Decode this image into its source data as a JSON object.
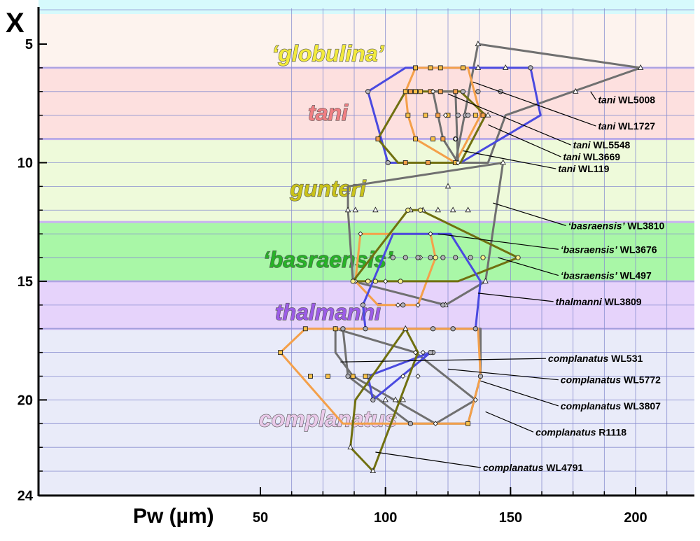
{
  "chart_data": {
    "type": "scatter",
    "x_axis": {
      "label": "Pw (µm)",
      "range": [
        50,
        223
      ],
      "ticks": [
        50,
        100,
        150,
        200
      ],
      "grid_step": 12.5
    },
    "y_axis": {
      "label": "X",
      "range": [
        1.5,
        24
      ],
      "reversed": true,
      "ticks": [
        5,
        10,
        15,
        20,
        24
      ],
      "grid_step": 1
    },
    "grid": true,
    "zones": [
      {
        "name": "‘globulina’",
        "y_from": 1.5,
        "y_to": 6,
        "color": "#fdf3ee",
        "label_color": "#f2ea3c",
        "label_x": 77,
        "label_y": 5.6
      },
      {
        "name": "tani",
        "y_from": 6,
        "y_to": 9,
        "color": "#fde0df",
        "label_color": "#f07f83",
        "label_x": 77,
        "label_y": 8.1
      },
      {
        "name": "gunteri",
        "y_from": 9,
        "y_to": 12.5,
        "color": "#eefada",
        "label_color": "#c9c21a",
        "label_x": 77,
        "label_y": 11.3
      },
      {
        "name": "‘basraensis’",
        "y_from": 12.5,
        "y_to": 15,
        "color": "#a9f7a7",
        "label_color": "#27b227",
        "label_x": 77,
        "label_y": 14.3
      },
      {
        "name": "thalmanni",
        "y_from": 15,
        "y_to": 17,
        "color": "#e6d3fb",
        "label_color": "#9c5ce6",
        "label_x": 77,
        "label_y": 16.5
      },
      {
        "name": "complanatus",
        "y_from": 17,
        "y_to": 24,
        "color": "#e9ebf9",
        "label_color": "#e9c9e9",
        "label_x": 77,
        "label_y": 21.0
      }
    ],
    "series": [
      {
        "name": "tani WL5008",
        "color": "#707070",
        "marker": "triangle",
        "hull": [
          [
            137,
            5
          ],
          [
            202,
            6
          ],
          [
            148,
            8
          ],
          [
            141,
            10
          ],
          [
            128,
            10
          ]
        ],
        "points": [
          [
            137,
            5
          ],
          [
            202,
            6
          ],
          [
            176,
            7
          ],
          [
            148,
            6
          ],
          [
            141,
            8
          ],
          [
            137,
            6
          ],
          [
            128,
            10
          ]
        ]
      },
      {
        "name": "tani WL1727",
        "color": "#4a4ae0",
        "marker": "circle",
        "hull": [
          [
            93,
            7
          ],
          [
            108,
            6
          ],
          [
            158,
            6
          ],
          [
            162,
            8
          ],
          [
            130,
            10
          ],
          [
            101,
            10
          ]
        ],
        "points": [
          [
            93,
            7
          ],
          [
            158,
            6
          ],
          [
            131,
            7
          ],
          [
            137,
            7
          ],
          [
            146,
            7
          ],
          [
            129,
            8
          ],
          [
            132,
            8
          ],
          [
            133,
            8
          ],
          [
            128,
            9
          ],
          [
            101,
            10
          ],
          [
            128,
            10
          ]
        ]
      },
      {
        "name": "tani WL5548",
        "color": "#f4a04a",
        "marker": "square",
        "hull": [
          [
            112,
            6
          ],
          [
            133,
            6
          ],
          [
            138,
            8
          ],
          [
            128,
            10
          ],
          [
            112,
            9
          ],
          [
            109,
            8
          ],
          [
            108,
            7
          ]
        ],
        "points": [
          [
            112,
            6
          ],
          [
            118,
            6
          ],
          [
            122,
            6
          ],
          [
            131,
            6
          ],
          [
            108,
            7
          ],
          [
            112,
            7
          ],
          [
            114,
            7
          ],
          [
            109,
            8
          ],
          [
            116,
            8
          ],
          [
            125,
            8
          ],
          [
            136,
            8
          ],
          [
            119,
            9
          ],
          [
            112,
            9
          ],
          [
            128,
            10
          ]
        ]
      },
      {
        "name": "tani WL3669",
        "color": "#707010",
        "marker": "square",
        "hull": [
          [
            108,
            7
          ],
          [
            130,
            7
          ],
          [
            140,
            8
          ],
          [
            130,
            10
          ],
          [
            105,
            10
          ],
          [
            97,
            9
          ]
        ],
        "points": [
          [
            110,
            7
          ],
          [
            118,
            7
          ],
          [
            122,
            7
          ],
          [
            128,
            7
          ],
          [
            139,
            8
          ],
          [
            121,
            8
          ],
          [
            108,
            10
          ],
          [
            117,
            10
          ],
          [
            97,
            9
          ],
          [
            123,
            9
          ]
        ]
      },
      {
        "name": "tani WL119",
        "color": "#707070",
        "marker": "diamond",
        "hull": [
          [
            119,
            7
          ],
          [
            128,
            7
          ],
          [
            129,
            10
          ],
          [
            123,
            9
          ]
        ],
        "points": [
          [
            119,
            7
          ],
          [
            124,
            8
          ],
          [
            128,
            9
          ],
          [
            129,
            10
          ]
        ]
      },
      {
        "name": "‘basraensis’ WL3810",
        "color": "#707070",
        "marker": "triangle",
        "hull": [
          [
            85,
            11
          ],
          [
            147,
            10
          ],
          [
            140,
            15
          ],
          [
            124,
            16
          ],
          [
            87,
            15
          ],
          [
            85,
            12
          ]
        ],
        "points": [
          [
            147,
            10
          ],
          [
            125,
            11
          ],
          [
            110,
            12
          ],
          [
            115,
            12
          ],
          [
            121,
            12
          ],
          [
            127,
            12
          ],
          [
            133,
            12
          ],
          [
            85,
            12
          ],
          [
            88,
            12
          ],
          [
            96,
            12
          ],
          [
            140,
            15
          ],
          [
            124,
            16
          ]
        ]
      },
      {
        "name": "‘basraensis’ WL3676",
        "color": "#f4a04a",
        "marker": "diamond",
        "hull": [
          [
            90,
            13
          ],
          [
            118,
            13
          ],
          [
            120,
            14
          ],
          [
            113,
            16
          ],
          [
            97,
            16
          ],
          [
            88,
            15
          ]
        ],
        "points": [
          [
            90,
            13
          ],
          [
            118,
            13
          ],
          [
            114,
            14
          ],
          [
            120,
            14
          ],
          [
            100,
            15
          ],
          [
            105,
            16
          ],
          [
            113,
            16
          ],
          [
            88,
            15
          ]
        ]
      },
      {
        "name": "‘basraensis’ WL497",
        "color": "#707010",
        "marker": "circle",
        "hull": [
          [
            109,
            12
          ],
          [
            114,
            12
          ],
          [
            153,
            14
          ],
          [
            129,
            15
          ],
          [
            93,
            15
          ],
          [
            87,
            15
          ]
        ],
        "points": [
          [
            109,
            12
          ],
          [
            114,
            12
          ],
          [
            153,
            14
          ],
          [
            120,
            14
          ],
          [
            139,
            14
          ],
          [
            96,
            15
          ],
          [
            93,
            15
          ],
          [
            87,
            15
          ],
          [
            113,
            14
          ],
          [
            106,
            15
          ]
        ]
      },
      {
        "name": "thalmanni WL3809",
        "color": "#4a4ae0",
        "marker": "circle",
        "hull": [
          [
            91,
            16
          ],
          [
            103,
            13
          ],
          [
            126,
            13
          ],
          [
            138,
            15
          ],
          [
            136,
            17
          ],
          [
            92,
            17
          ]
        ],
        "points": [
          [
            91,
            16
          ],
          [
            103,
            14
          ],
          [
            108,
            14
          ],
          [
            113,
            14
          ],
          [
            118,
            14
          ],
          [
            123,
            14
          ],
          [
            128,
            14
          ],
          [
            134,
            14
          ],
          [
            92,
            17
          ],
          [
            119,
            17
          ],
          [
            127,
            17
          ],
          [
            136,
            17
          ],
          [
            107,
            16
          ],
          [
            123,
            16
          ]
        ]
      },
      {
        "name": "complanatus WL531",
        "color": "#707070",
        "marker": "diamond",
        "hull": [
          [
            80,
            17
          ],
          [
            112,
            18
          ],
          [
            136,
            20
          ],
          [
            120,
            21
          ],
          [
            87,
            19
          ],
          [
            80,
            18
          ]
        ],
        "points": [
          [
            80,
            17
          ],
          [
            112,
            18
          ],
          [
            119,
            18
          ],
          [
            115,
            18
          ],
          [
            107,
            19
          ],
          [
            113,
            19
          ],
          [
            87,
            19
          ],
          [
            136,
            20
          ],
          [
            120,
            21
          ]
        ]
      },
      {
        "name": "complanatus WL5772",
        "color": "#707070",
        "marker": "circle",
        "hull": [
          [
            83,
            17
          ],
          [
            138,
            17
          ],
          [
            138,
            19
          ],
          [
            133,
            21
          ],
          [
            110,
            21
          ],
          [
            85,
            19
          ]
        ],
        "points": [
          [
            83,
            17
          ],
          [
            138,
            19
          ],
          [
            85,
            19
          ],
          [
            119,
            18
          ],
          [
            110,
            21
          ]
        ]
      },
      {
        "name": "complanatus WL3807",
        "color": "#4a4ae0",
        "marker": "circle",
        "hull": [
          [
            93,
            19
          ],
          [
            118,
            18
          ],
          [
            95,
            20
          ]
        ],
        "points": [
          [
            93,
            19
          ],
          [
            118,
            18
          ],
          [
            95,
            20
          ]
        ]
      },
      {
        "name": "complanatus R1118",
        "color": "#f4a04a",
        "marker": "square",
        "hull": [
          [
            58,
            18
          ],
          [
            68,
            17
          ],
          [
            137,
            17
          ],
          [
            138,
            19
          ],
          [
            133,
            21
          ],
          [
            83,
            21
          ]
        ],
        "points": [
          [
            58,
            18
          ],
          [
            68,
            17
          ],
          [
            70,
            19
          ],
          [
            80,
            17
          ],
          [
            77,
            19
          ],
          [
            87,
            19
          ],
          [
            92,
            19
          ],
          [
            133,
            21
          ]
        ]
      },
      {
        "name": "complanatus WL4791",
        "color": "#707010",
        "marker": "triangle",
        "hull": [
          [
            88,
            20
          ],
          [
            108,
            17
          ],
          [
            113,
            18
          ],
          [
            95,
            23
          ],
          [
            86,
            22
          ]
        ],
        "points": [
          [
            95,
            23
          ],
          [
            86,
            22
          ],
          [
            108,
            17
          ],
          [
            100,
            20
          ],
          [
            104,
            20
          ],
          [
            107,
            20
          ]
        ]
      }
    ],
    "annotations": [
      {
        "species": "tani",
        "code": "WL5008",
        "label_x": 185,
        "label_y": 7.5,
        "target_x": 182,
        "target_y": 7.0
      },
      {
        "species": "tani",
        "code": "WL1727",
        "label_x": 185,
        "label_y": 8.6,
        "target_x": 135,
        "target_y": 6.6
      },
      {
        "species": "tani",
        "code": "WL5548",
        "label_x": 175,
        "label_y": 9.4,
        "target_x": 125,
        "target_y": 7.1
      },
      {
        "species": "tani",
        "code": "WL3669",
        "label_x": 171,
        "label_y": 9.9,
        "target_x": 141,
        "target_y": 8.4
      },
      {
        "species": "tani",
        "code": "WL119",
        "label_x": 169,
        "label_y": 10.4,
        "target_x": 131,
        "target_y": 9.5
      },
      {
        "species": "‘basraensis’",
        "code": "WL3810",
        "label_x": 173,
        "label_y": 12.8,
        "target_x": 143,
        "target_y": 11.7
      },
      {
        "species": "‘basraensis’",
        "code": "WL3676",
        "label_x": 170,
        "label_y": 13.8,
        "target_x": 121,
        "target_y": 13.0
      },
      {
        "species": "‘basraensis’",
        "code": "WL497",
        "label_x": 170,
        "label_y": 14.9,
        "target_x": 145,
        "target_y": 14.0
      },
      {
        "species": "thalmanni",
        "code": "WL3809",
        "label_x": 168,
        "label_y": 16.0,
        "target_x": 137,
        "target_y": 15.5
      },
      {
        "species": "complanatus",
        "code": "WL531",
        "label_x": 165,
        "label_y": 18.4,
        "target_x": 82,
        "target_y": 18.4
      },
      {
        "species": "complanatus",
        "code": "WL5772",
        "label_x": 170,
        "label_y": 19.3,
        "target_x": 125,
        "target_y": 18.7
      },
      {
        "species": "complanatus",
        "code": "WL3807",
        "label_x": 170,
        "label_y": 20.4,
        "target_x": 138,
        "target_y": 19.2
      },
      {
        "species": "complanatus",
        "code": "R1118",
        "label_x": 160,
        "label_y": 21.5,
        "target_x": 140,
        "target_y": 20.5
      },
      {
        "species": "complanatus",
        "code": "WL4791",
        "label_x": 139,
        "label_y": 23.0,
        "target_x": 96,
        "target_y": 22.2
      }
    ]
  }
}
